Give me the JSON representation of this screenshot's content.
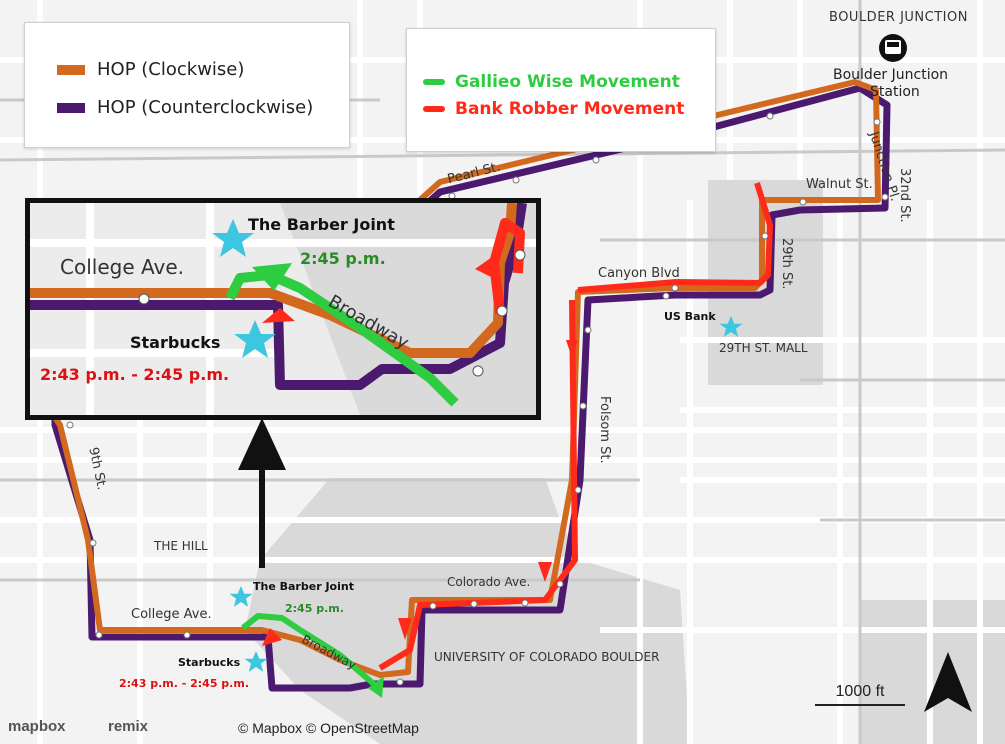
{
  "legend": {
    "items": [
      {
        "label": "HOP (Clockwise)",
        "color": "#d2691e"
      },
      {
        "label": "HOP (Counterclockwise)",
        "color": "#4b1a6e"
      }
    ]
  },
  "movement_legend": {
    "items": [
      {
        "label": "Gallieo Wise Movement",
        "color": "#2ecc40"
      },
      {
        "label": "Bank Robber Movement",
        "color": "#ff2a1a"
      }
    ]
  },
  "street_labels": {
    "boulder_junction": "BOULDER JUNCTION",
    "boulder_junction_station_1": "Boulder Junction",
    "boulder_junction_station_2": "Station",
    "pearl": "Pearl St.",
    "junction_pl": "Junction Pl.",
    "st32": "32nd St.",
    "walnut": "Walnut St.",
    "canyon": "Canyon Blvd",
    "st29": "29th St.",
    "us_bank": "US Bank",
    "mall": "29TH ST. MALL",
    "folsom": "Folsom St.",
    "st9": "9th St.",
    "the_hill": "THE HILL",
    "college": "College Ave.",
    "colorado": "Colorado Ave.",
    "broadway": "Broadway",
    "cu": "UNIVERSITY OF COLORADO BOULDER"
  },
  "map_annotations": {
    "barber": "The Barber Joint",
    "time_green": "2:45 p.m.",
    "starbucks": "Starbucks",
    "time_red": "2:43 p.m. - 2:45 p.m."
  },
  "inset": {
    "college": "College Ave.",
    "broadway": "Broadway",
    "barber": "The Barber Joint",
    "time_green": "2:45 p.m.",
    "starbucks": "Starbucks",
    "time_red": "2:43 p.m. - 2:45 p.m."
  },
  "scale_label": "1000 ft",
  "attribution": {
    "mapbox": "mapbox",
    "remix": "remix",
    "credits": "© Mapbox © OpenStreetMap"
  },
  "icons": [
    "bus-stop-icon",
    "north-arrow-icon",
    "star-marker-icon",
    "mapbox-logo-icon",
    "remix-logo-icon"
  ],
  "colors": {
    "clockwise": "#d2691e",
    "counterclockwise": "#4b1a6e",
    "galileo": "#2ecc40",
    "robber": "#ff2a1a",
    "marker": "#3cc6e0"
  }
}
